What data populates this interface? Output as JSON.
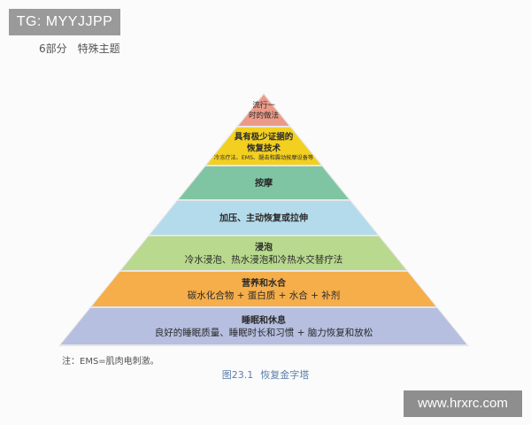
{
  "watermark_top": "TG: MYYJJPP",
  "section": {
    "number": "6部分",
    "title": "特殊主题"
  },
  "pyramid": {
    "tiers": [
      {
        "lines": [
          "流行一",
          "时的做法"
        ],
        "color": "#ec9a88"
      },
      {
        "lines": [
          "具有极少证据的",
          "恢复技术",
          "冷冻疗法、EMS、腿击和震动按摩设备等"
        ],
        "color": "#f3d020"
      },
      {
        "lines": [
          "按摩"
        ],
        "color": "#7fc5a4"
      },
      {
        "lines": [
          "加压、主动恢复或拉伸"
        ],
        "color": "#b4dbeb"
      },
      {
        "lines": [
          "浸泡",
          "冷水浸泡、热水浸泡和冷热水交替疗法"
        ],
        "color": "#b8d98e"
      },
      {
        "lines": [
          "营养和水合",
          "碳水化合物 + 蛋白质 + 水合 + 补剂"
        ],
        "color": "#f5ae4a"
      },
      {
        "lines": [
          "睡眠和休息",
          "良好的睡眠质量、睡眠时长和习惯 + 脑力恢复和放松"
        ],
        "color": "#b6bfe0"
      }
    ]
  },
  "note": "注：EMS=肌肉电刺激。",
  "caption": {
    "number": "图23.1",
    "title": "恢复金字塔"
  },
  "watermark_bottom": "www.hrxrc.com"
}
